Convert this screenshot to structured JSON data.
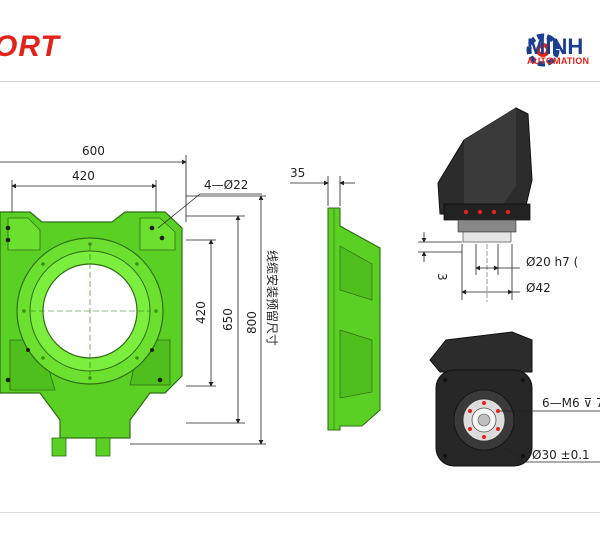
{
  "header": {
    "title": "ORT",
    "logo_main": "MINH",
    "logo_sub": "AUTOMATION"
  },
  "drawing": {
    "front": {
      "width_outer": "600",
      "width_inner": "420",
      "holes": "4—Ø22",
      "height_420": "420",
      "height_650": "650",
      "height_800": "800"
    },
    "side": {
      "thickness": "35",
      "note": "线缆安装预留尺寸"
    },
    "reducer": {
      "shaft_dim": "Ø20 h7 (",
      "flange_dim": "Ø42",
      "step": "3",
      "bolts": "6—M6 ⊽ 7",
      "bore": "Ø30  ±0.1"
    }
  },
  "colors": {
    "accent_red": "#e2231a",
    "brand_blue": "#1b3f8f",
    "part_green": "#5bd024",
    "part_dark": "#2a2a2a"
  }
}
